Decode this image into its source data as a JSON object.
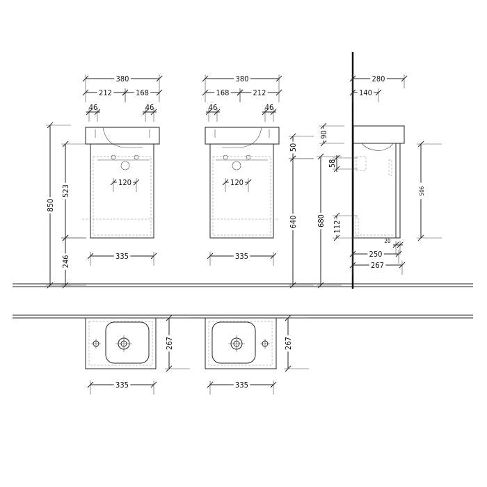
{
  "front_view_left": {
    "overall_width": "380",
    "left_offset": "212",
    "right_offset": "168",
    "tap_left": "46",
    "tap_right": "46",
    "drain_spacing": "120",
    "cabinet_width": "335",
    "total_height": "850",
    "cabinet_height": "523",
    "floor_clearance": "246"
  },
  "front_view_right": {
    "overall_width": "380",
    "left_offset": "168",
    "right_offset": "212",
    "tap_left": "46",
    "tap_right": "46",
    "drain_spacing": "120",
    "cabinet_width": "335",
    "drain_offset": "50",
    "drain_height": "640"
  },
  "side_view": {
    "basin_depth": "280",
    "basin_center": "140",
    "basin_thickness": "90",
    "drain_height": "680",
    "bracket_height": "58",
    "bottom_offset": "112",
    "cabinet_height": "506",
    "door_thickness": "20",
    "cabinet_depth": "250",
    "total_depth": "267"
  },
  "plan_view_left": {
    "depth": "267",
    "width": "335"
  },
  "plan_view_right": {
    "depth": "267",
    "width": "335"
  }
}
